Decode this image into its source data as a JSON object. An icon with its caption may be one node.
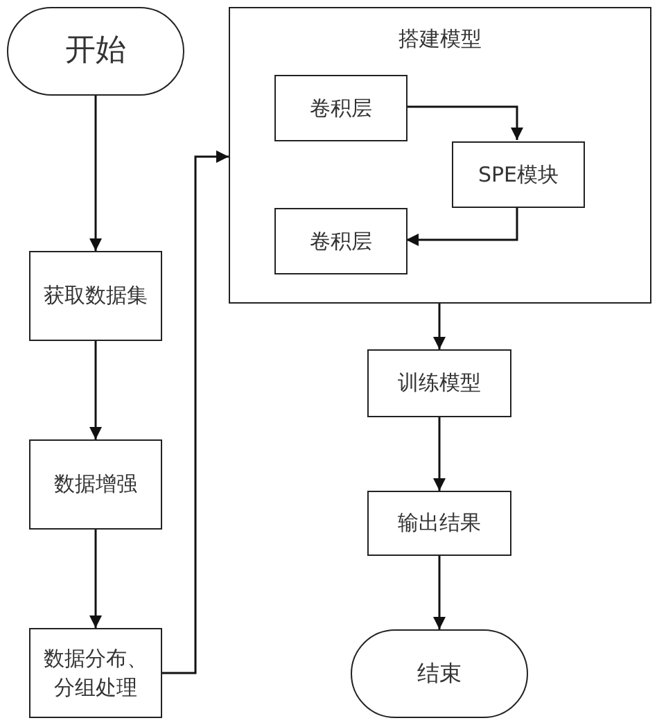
{
  "diagram": {
    "nodes": [
      {
        "text": [
          "开始"
        ]
      },
      {
        "text": [
          "获取数据集"
        ]
      },
      {
        "text": [
          "数据增强"
        ]
      },
      {
        "text": [
          "数据分布、分组处理"
        ]
      },
      {
        "text": [
          "搭建模型"
        ]
      },
      {
        "text": [
          "卷积层"
        ],
        "in": 4
      },
      {
        "text": [
          "SPE模块"
        ],
        "in": 4
      },
      {
        "text": [
          "卷积层"
        ],
        "in": 4
      },
      {
        "text": [
          "训练模型"
        ]
      },
      {
        "text": [
          "输出结果"
        ]
      },
      {
        "text": [
          "结束"
        ]
      }
    ],
    "edges": [
      {
        "from": 0,
        "to": 1,
        "arrow": "to"
      },
      {
        "from": 1,
        "to": 2,
        "arrow": "to"
      },
      {
        "from": 2,
        "to": 3,
        "arrow": "to"
      },
      {
        "from": 3,
        "to": 4,
        "arrow": "to"
      },
      {
        "from": 5,
        "to": 6,
        "arrow": "to"
      },
      {
        "from": 6,
        "to": 7,
        "arrow": "to"
      },
      {
        "from": 4,
        "to": 8,
        "arrow": "to"
      },
      {
        "from": 8,
        "to": 9,
        "arrow": "to"
      },
      {
        "from": 9,
        "to": 10,
        "arrow": "to"
      }
    ]
  }
}
